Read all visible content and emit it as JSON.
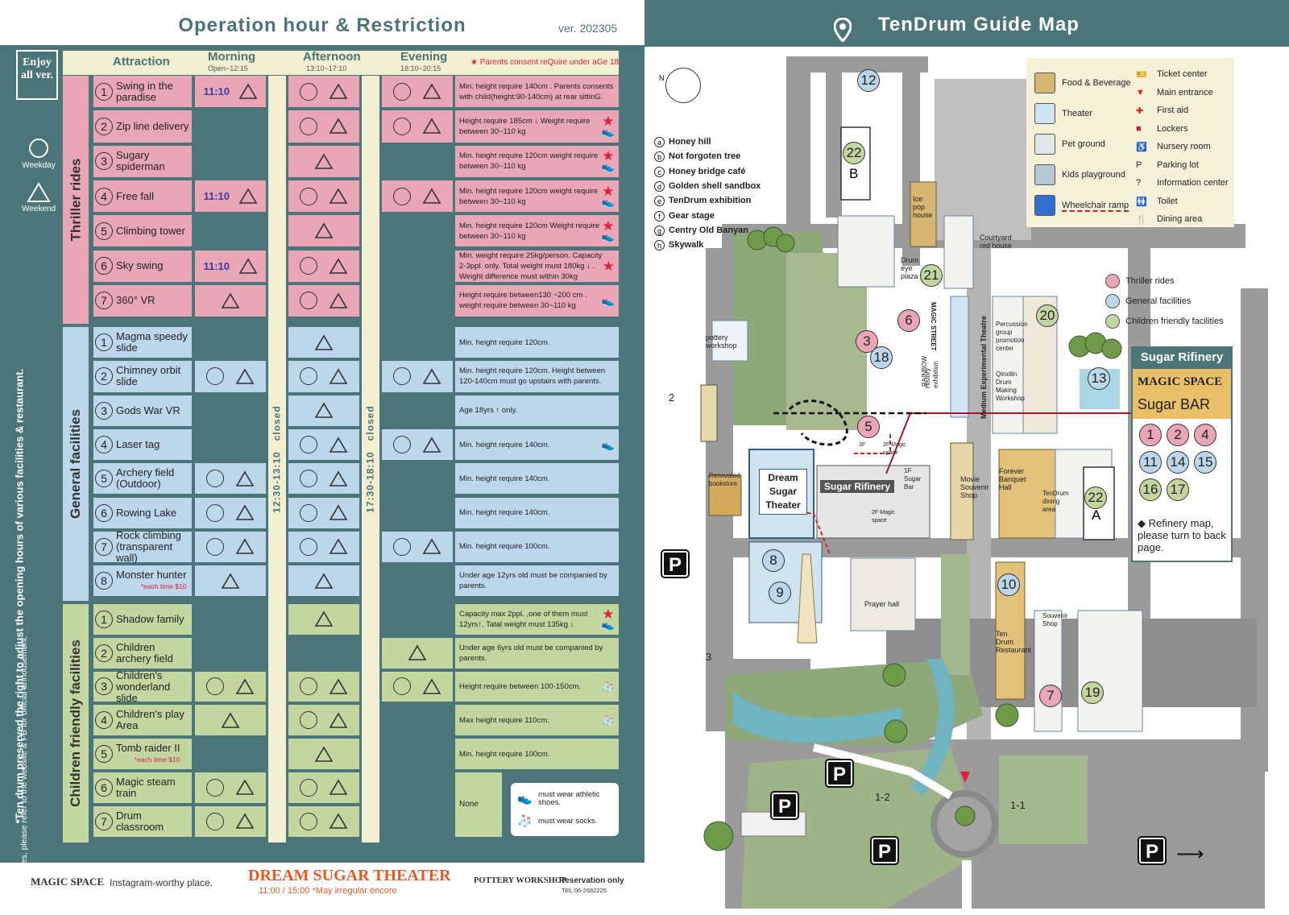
{
  "left": {
    "title": "Operation hour & Restriction",
    "version": "ver. 202305",
    "enjoy_badge": "Enjoy all ver.",
    "legend": {
      "weekday": "Weekday",
      "weekend": "Weekend"
    },
    "headers": {
      "attraction": "Attraction",
      "morning": "Morning",
      "morning_time": "Open~12:15",
      "afternoon": "Afternoon",
      "afternoon_time": "13:10~17:10",
      "evening": "Evening",
      "evening_time": "18:10~20:15",
      "parents_note": "Parents consent reQuire under aGe 18."
    },
    "closed_1": "closed",
    "closed_1_time": "12:30-13:10",
    "closed_2": "closed",
    "closed_2_time": "17:30-18:10",
    "categories": {
      "thriller": "Thriller rides",
      "general": "General facilities",
      "children": "Children friendly facilities"
    },
    "thriller": [
      {
        "n": "1",
        "name": "Swing in the paradise",
        "m_time": "11:10",
        "m": [
          "",
          "T"
        ],
        "a": [
          "C",
          "T"
        ],
        "e": [
          "C",
          "T"
        ],
        "note": "Min. height require 140cm . Parents consents with child(height:90-140cm) at rear sittinG.",
        "shoe": false,
        "star": false
      },
      {
        "n": "2",
        "name": "Zip line delivery",
        "m_time": "",
        "m": [
          "",
          ""
        ],
        "a": [
          "C",
          "T"
        ],
        "e": [
          "C",
          "T"
        ],
        "note": "Height require 185cm ↓ Weight require between 30~110 kg",
        "shoe": true,
        "star": true
      },
      {
        "n": "3",
        "name": "Sugary spiderman",
        "m_time": "",
        "m": [
          "",
          ""
        ],
        "a": [
          "",
          "T"
        ],
        "e": [
          "",
          ""
        ],
        "note": "Min. height require 120cm weight require between 30~110 kg",
        "shoe": true,
        "star": true
      },
      {
        "n": "4",
        "name": "Free fall",
        "m_time": "11:10",
        "m": [
          "",
          "T"
        ],
        "a": [
          "C",
          "T"
        ],
        "e": [
          "C",
          "T"
        ],
        "note": "Min. height require 120cm weight require between 30~110 kg",
        "shoe": true,
        "star": true
      },
      {
        "n": "5",
        "name": "Climbing tower",
        "m_time": "",
        "m": [
          "",
          ""
        ],
        "a": [
          "",
          "T"
        ],
        "e": [
          "",
          ""
        ],
        "note": "Min. height require 120cm Weight require between 30~110 kg",
        "shoe": true,
        "star": true
      },
      {
        "n": "6",
        "name": "Sky swing",
        "m_time": "11:10",
        "m": [
          "",
          "T"
        ],
        "a": [
          "C",
          "T"
        ],
        "e": [
          "",
          ""
        ],
        "note": "Min. weight require 25kg/person. Capacity 2-3ppl. only. Total weight must 180kg ↓ . Weight difference must within 30kg",
        "shoe": false,
        "star": true
      },
      {
        "n": "7",
        "name": "360° VR",
        "m_time": "",
        "m": [
          "",
          "T"
        ],
        "a": [
          "C",
          "T"
        ],
        "e": [
          "",
          ""
        ],
        "note": "Height require between130 ~200 cm . weight require between 30~110 kg",
        "shoe": true,
        "star": false
      }
    ],
    "general": [
      {
        "n": "1",
        "name": "Magma speedy slide",
        "sub": "",
        "m": [
          "",
          ""
        ],
        "a": [
          "",
          "T"
        ],
        "e": [
          "",
          ""
        ],
        "note": "Min. height require 120cm.",
        "shoe": false,
        "star": false
      },
      {
        "n": "2",
        "name": "Chimney orbit slide",
        "sub": "",
        "m": [
          "C",
          "T"
        ],
        "a": [
          "C",
          "T"
        ],
        "e": [
          "C",
          "T"
        ],
        "note": "Min. height require 120cm. Height between 120-140cm must go upstairs with parents.",
        "shoe": false,
        "star": false
      },
      {
        "n": "3",
        "name": "Gods War VR",
        "sub": "",
        "m": [
          "",
          ""
        ],
        "a": [
          "",
          "T"
        ],
        "e": [
          "",
          ""
        ],
        "note": "Age 18yrs ↑ only.",
        "shoe": false,
        "star": false
      },
      {
        "n": "4",
        "name": "Laser tag",
        "sub": "",
        "m": [
          "",
          ""
        ],
        "a": [
          "C",
          "T"
        ],
        "e": [
          "C",
          "T"
        ],
        "note": "Min. height require 140cm.",
        "shoe": true,
        "star": false
      },
      {
        "n": "5",
        "name": "Archery field (Outdoor)",
        "sub": "",
        "m": [
          "C",
          "T"
        ],
        "a": [
          "C",
          "T"
        ],
        "e": [
          "",
          ""
        ],
        "note": "Min. height require 140cm.",
        "shoe": false,
        "star": false
      },
      {
        "n": "6",
        "name": "Rowing Lake",
        "sub": "",
        "m": [
          "C",
          "T"
        ],
        "a": [
          "C",
          "T"
        ],
        "e": [
          "",
          ""
        ],
        "note": "Min. height require 140cm.",
        "shoe": false,
        "star": false
      },
      {
        "n": "7",
        "name": "Rock climbing (transparent wall)",
        "sub": "",
        "m": [
          "C",
          "T"
        ],
        "a": [
          "C",
          "T"
        ],
        "e": [
          "C",
          "T"
        ],
        "note": "Min. height require 100cm.",
        "shoe": false,
        "star": false
      },
      {
        "n": "8",
        "name": "Monster hunter",
        "sub": "*each time $10",
        "m": [
          "",
          "T"
        ],
        "a": [
          "",
          "T"
        ],
        "e": [
          "",
          ""
        ],
        "note": "Under age 12yrs old must be companied by parents.",
        "shoe": false,
        "star": false
      }
    ],
    "children": [
      {
        "n": "1",
        "name": "Shadow family",
        "sub": "",
        "m": [
          "",
          ""
        ],
        "a": [
          "",
          "T"
        ],
        "e": [
          "",
          ""
        ],
        "note": "Capacity max 2ppl. ,one of them must 12yrs↑. Tatal weight must 135kg ↓",
        "shoe": true,
        "star": true
      },
      {
        "n": "2",
        "name": "Children archery field",
        "sub": "",
        "m": [
          "",
          ""
        ],
        "a": [
          "",
          ""
        ],
        "e": [
          "",
          "T"
        ],
        "note": "Under age 6yrs old must be companied by parents.",
        "shoe": false,
        "star": false
      },
      {
        "n": "3",
        "name": "Children's wonderland slide",
        "sub": "",
        "m": [
          "C",
          "T"
        ],
        "a": [
          "C",
          "T"
        ],
        "e": [
          "C",
          "T"
        ],
        "note": "Height require between 100-150cm.",
        "shoe": false,
        "sock": true,
        "star": false
      },
      {
        "n": "4",
        "name": "Children's play Area",
        "sub": "",
        "m": [
          "",
          "T"
        ],
        "a": [
          "C",
          "T"
        ],
        "e": [
          "",
          ""
        ],
        "note": "Max height require 110cm.",
        "shoe": false,
        "sock": true,
        "star": false
      },
      {
        "n": "5",
        "name": "Tomb raider II",
        "sub": "*each time $10",
        "m": [
          "",
          ""
        ],
        "a": [
          "",
          "T"
        ],
        "e": [
          "",
          ""
        ],
        "note": "Min. height require 100cm.",
        "shoe": false,
        "star": false
      },
      {
        "n": "6",
        "name": "Magic steam train",
        "sub": "",
        "m": [
          "C",
          "T"
        ],
        "a": [
          "C",
          "T"
        ],
        "e": [
          "",
          ""
        ],
        "note": "None",
        "shoe": false,
        "star": false
      },
      {
        "n": "7",
        "name": "Drum classroom",
        "sub": "",
        "m": [
          "C",
          "T"
        ],
        "a": [
          "C",
          "T"
        ],
        "e": [
          "",
          ""
        ],
        "note": "",
        "shoe": false,
        "star": false
      }
    ],
    "shoe_legend": {
      "athletic": "must wear athletic shoes.",
      "socks": "must wear socks."
    },
    "side_note_1": "*Ten drum preserved the right to adjust the opening hours of various facilities & restaurant.",
    "side_note_2": "*Any changes, please refer to the website & FB for official annousement.",
    "footer": {
      "magic_space": "MAGIC SPACE",
      "magic_space_desc": "Instagram-worthy place.",
      "theater": "DREAM SUGAR THEATER",
      "theater_times": "11:00 / 15:00  *May irregular encore",
      "pottery": "POTTERY WORKSHOP",
      "pottery_desc": "Reservation only",
      "pottery_tel": "TEL:06-2682225"
    }
  },
  "right": {
    "title": "TenDrum Guide Map",
    "letters": [
      {
        "k": "a",
        "t": "Honey hill"
      },
      {
        "k": "b",
        "t": "Not forgoten tree"
      },
      {
        "k": "c",
        "t": "Honey bridge café"
      },
      {
        "k": "d",
        "t": "Golden shell sandbox"
      },
      {
        "k": "e",
        "t": "TenDrum exhibition"
      },
      {
        "k": "f",
        "t": "Gear stage"
      },
      {
        "k": "g",
        "t": "Centry Old Banyan"
      },
      {
        "k": "h",
        "t": "Skywalk"
      }
    ],
    "legend_left": [
      "Food & Beverage",
      "Theater",
      "Pet ground",
      "Kids playground",
      "Wheelchair ramp"
    ],
    "legend_right": [
      "Ticket center",
      "Main entrance",
      "First aid",
      "Lockers",
      "Nursery room",
      "Parking lot",
      "Information center",
      "Toilet",
      "Dining area"
    ],
    "facility_legend": [
      "Thriller rides",
      "General facilities",
      "Children friendly facilities"
    ],
    "refinery": {
      "title": "Sugar Rifinery",
      "magic": "MAGIC SPACE",
      "bar": "Sugar BAR",
      "nums": [
        "1",
        "2",
        "4",
        "11",
        "14",
        "15",
        "16",
        "17"
      ],
      "note": "Refinery map, please turn to back page."
    },
    "labels": {
      "dream_sugar": "Dream Sugar Theater",
      "sugar_rifinery_tag": "Sugar Rifinery",
      "ice_pop": "Ice pop house",
      "drum_eye": "Drum eye plaza",
      "courtyard": "Courtyard red house",
      "pottery": "pottery workshop",
      "renovated": "Renovated bookstore",
      "percussion": "Percussion group promotion center",
      "qinxilin": "Qinxilin Drum Making Workshop",
      "forever": "Forever Banquet Hall",
      "tendrum_dining": "TenDrum dining area",
      "movie": "Movie Souvenir Shop",
      "prayer": "Prayer hall",
      "ten_drum_rest": "Ten Drum Restaurant",
      "souvenir": "Souvenir Shop",
      "history": "History exhibition",
      "medium_theatre": "Medium Experimental Theatre",
      "magic_street": "MAGIC STREET",
      "rainbow": "RAINBOW",
      "magic_space_2f": "2F Magic space",
      "sugar_bar_1f": "1F Sugar Bar",
      "magic_space_2f_b": "2F Magic space",
      "three_f": "3F"
    },
    "numbers": [
      "12",
      "22",
      "B",
      "21",
      "6",
      "3",
      "18",
      "20",
      "13",
      "5",
      "22",
      "A",
      "8",
      "9",
      "10",
      "7",
      "19"
    ],
    "tickets": [
      "2",
      "3",
      "1-2",
      "1-1"
    ],
    "parking": "P",
    "compass": "N"
  }
}
